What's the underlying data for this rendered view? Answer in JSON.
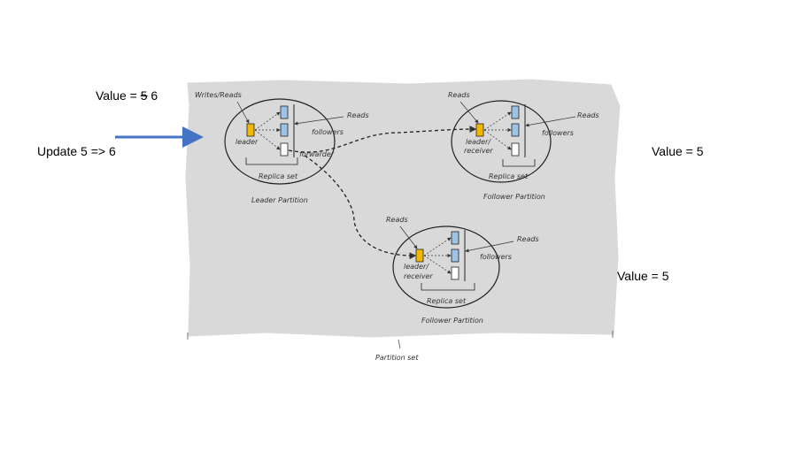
{
  "annotations": {
    "value_old": "5",
    "value_new": "6",
    "value_prefix": "Value = ",
    "update": "Update 5 => 6",
    "value_right": "Value = 5",
    "value_bottom": "Value = 5"
  },
  "diagram": {
    "leader_partition": {
      "writes_reads": "Writes/Reads",
      "reads": "Reads",
      "followers": "followers",
      "leader": "leader",
      "forwarder": "forwarder",
      "replica_set": "Replica set",
      "partition_label": "Leader Partition"
    },
    "follower_partition_right": {
      "reads_top": "Reads",
      "reads": "Reads",
      "followers": "followers",
      "leader_receiver_1": "leader/",
      "leader_receiver_2": "receiver",
      "replica_set": "Replica set",
      "partition_label": "Follower Partition"
    },
    "follower_partition_bottom": {
      "reads_top": "Reads",
      "reads": "Reads",
      "followers": "followers",
      "leader_receiver_1": "leader/",
      "leader_receiver_2": "receiver",
      "replica_set": "Replica set",
      "partition_label": "Follower Partition"
    },
    "partition_set": "Partition set"
  },
  "colors": {
    "arrow": "#4472c4",
    "panel": "#d9d9d9",
    "leader_box": "#f0b800",
    "follower_box": "#9dc3e6"
  }
}
